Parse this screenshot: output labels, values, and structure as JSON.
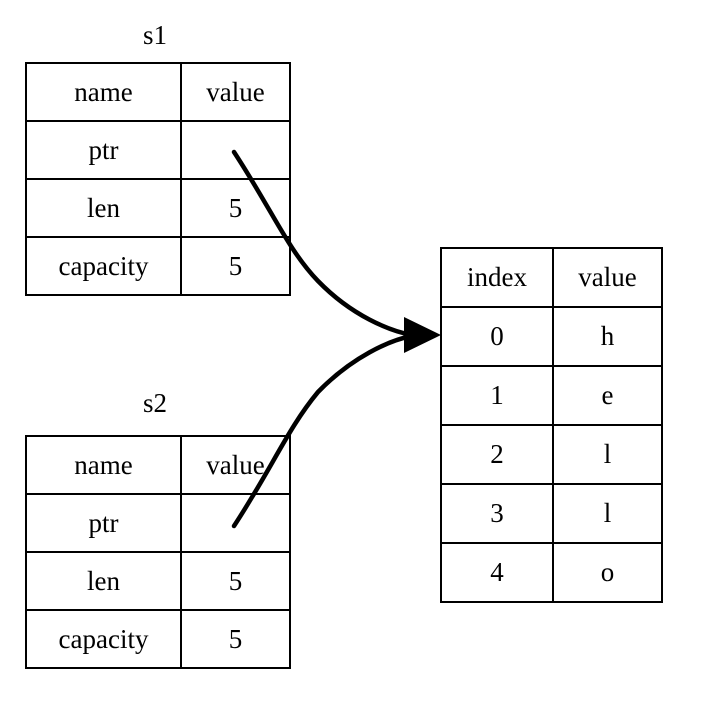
{
  "diagram": {
    "title_s1": "s1",
    "title_s2": "s2",
    "struct_headers": {
      "name": "name",
      "value": "value"
    },
    "struct_rows": [
      {
        "name": "ptr",
        "value": ""
      },
      {
        "name": "len",
        "value": "5"
      },
      {
        "name": "capacity",
        "value": "5"
      }
    ],
    "buffer_headers": {
      "index": "index",
      "value": "value"
    },
    "buffer_rows": [
      {
        "index": "0",
        "value": "h"
      },
      {
        "index": "1",
        "value": "e"
      },
      {
        "index": "2",
        "value": "l"
      },
      {
        "index": "3",
        "value": "l"
      },
      {
        "index": "4",
        "value": "o"
      }
    ],
    "arrows": [
      {
        "from": "s1-ptr-value-cell",
        "to": "buffer-row-0"
      },
      {
        "from": "s2-ptr-value-cell",
        "to": "buffer-row-0"
      }
    ],
    "colors": {
      "stroke": "#000000",
      "background": "#ffffff",
      "text": "#000000"
    }
  }
}
